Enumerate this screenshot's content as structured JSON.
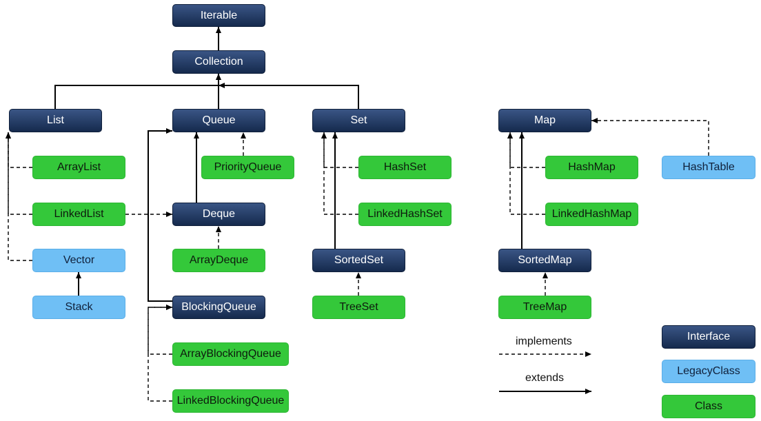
{
  "nodes": {
    "iterable": {
      "label": "Iterable",
      "kind": "interface"
    },
    "collection": {
      "label": "Collection",
      "kind": "interface"
    },
    "list": {
      "label": "List",
      "kind": "interface"
    },
    "queue": {
      "label": "Queue",
      "kind": "interface"
    },
    "set": {
      "label": "Set",
      "kind": "interface"
    },
    "map": {
      "label": "Map",
      "kind": "interface"
    },
    "arraylist": {
      "label": "ArrayList",
      "kind": "class"
    },
    "linkedlist": {
      "label": "LinkedList",
      "kind": "class"
    },
    "vector": {
      "label": "Vector",
      "kind": "legacy"
    },
    "stack": {
      "label": "Stack",
      "kind": "legacy"
    },
    "priorityqueue": {
      "label": "PriorityQueue",
      "kind": "class"
    },
    "deque": {
      "label": "Deque",
      "kind": "interface"
    },
    "arraydeque": {
      "label": "ArrayDeque",
      "kind": "class"
    },
    "blockingqueue": {
      "label": "BlockingQueue",
      "kind": "interface"
    },
    "arrayblockingqueue": {
      "label": "ArrayBlockingQueue",
      "kind": "class"
    },
    "linkedblockingqueue": {
      "label": "LinkedBlockingQueue",
      "kind": "class"
    },
    "hashset": {
      "label": "HashSet",
      "kind": "class"
    },
    "linkedhashset": {
      "label": "LinkedHashSet",
      "kind": "class"
    },
    "sortedset": {
      "label": "SortedSet",
      "kind": "interface"
    },
    "treeset": {
      "label": "TreeSet",
      "kind": "class"
    },
    "hashmap": {
      "label": "HashMap",
      "kind": "class"
    },
    "linkedhashmap": {
      "label": "LinkedHashMap",
      "kind": "class"
    },
    "sortedmap": {
      "label": "SortedMap",
      "kind": "interface"
    },
    "treemap": {
      "label": "TreeMap",
      "kind": "class"
    },
    "hashtable": {
      "label": "HashTable",
      "kind": "legacy"
    }
  },
  "edges": [
    {
      "from": "collection",
      "to": "iterable",
      "type": "extends"
    },
    {
      "from": "list",
      "to": "collection",
      "type": "extends"
    },
    {
      "from": "queue",
      "to": "collection",
      "type": "extends"
    },
    {
      "from": "set",
      "to": "collection",
      "type": "extends"
    },
    {
      "from": "arraylist",
      "to": "list",
      "type": "implements"
    },
    {
      "from": "linkedlist",
      "to": "list",
      "type": "implements"
    },
    {
      "from": "vector",
      "to": "list",
      "type": "implements"
    },
    {
      "from": "stack",
      "to": "vector",
      "type": "extends"
    },
    {
      "from": "priorityqueue",
      "to": "queue",
      "type": "implements"
    },
    {
      "from": "deque",
      "to": "queue",
      "type": "extends"
    },
    {
      "from": "linkedlist",
      "to": "deque",
      "type": "implements"
    },
    {
      "from": "arraydeque",
      "to": "deque",
      "type": "implements"
    },
    {
      "from": "blockingqueue",
      "to": "queue",
      "type": "extends"
    },
    {
      "from": "arrayblockingqueue",
      "to": "blockingqueue",
      "type": "implements"
    },
    {
      "from": "linkedblockingqueue",
      "to": "blockingqueue",
      "type": "implements"
    },
    {
      "from": "hashset",
      "to": "set",
      "type": "implements"
    },
    {
      "from": "linkedhashset",
      "to": "set",
      "type": "implements"
    },
    {
      "from": "sortedset",
      "to": "set",
      "type": "extends"
    },
    {
      "from": "treeset",
      "to": "sortedset",
      "type": "implements"
    },
    {
      "from": "hashmap",
      "to": "map",
      "type": "implements"
    },
    {
      "from": "linkedhashmap",
      "to": "map",
      "type": "implements"
    },
    {
      "from": "sortedmap",
      "to": "map",
      "type": "extends"
    },
    {
      "from": "treemap",
      "to": "sortedmap",
      "type": "implements"
    },
    {
      "from": "hashtable",
      "to": "map",
      "type": "implements"
    }
  ],
  "edge_legend": {
    "implements": "implements",
    "extends": "extends"
  },
  "legend": {
    "interface": "Interface",
    "legacy": "LegacyClass",
    "class": "Class"
  },
  "colors": {
    "interface": "#1f3660",
    "legacy": "#6fbff5",
    "class": "#34c83a",
    "line": "#000000"
  }
}
